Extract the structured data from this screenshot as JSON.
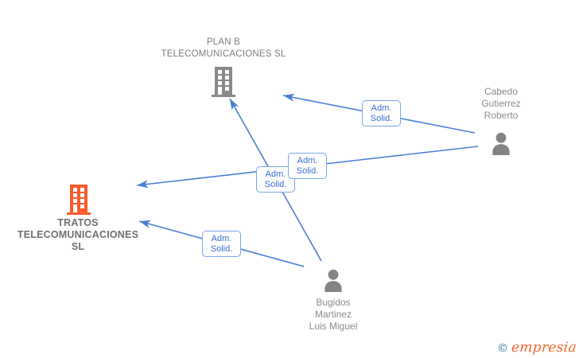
{
  "app": {
    "description_visible": "corporate relationship graph",
    "background": "#ffffff"
  },
  "graph": {
    "nodes": [
      {
        "id": "planb",
        "type": "company",
        "label": "PLAN B TELECOMUNICACIONES SL",
        "label_lines": [
          "PLAN B",
          "TELECOMUNICACIONES SL"
        ],
        "icon": "building-icon",
        "color": "#8a8a8a",
        "emphasized": false
      },
      {
        "id": "tratos",
        "type": "company",
        "label": "TRATOS TELECOMUNICACIONES SL",
        "label_lines": [
          "TRATOS",
          "TELECOMUNICACIONES",
          "SL"
        ],
        "icon": "building-icon",
        "color": "#f95b2d",
        "emphasized": true
      },
      {
        "id": "cabedo",
        "type": "person",
        "label": "Cabedo Gutierrez Roberto",
        "label_lines": [
          "Cabedo",
          "Gutierrez",
          "Roberto"
        ],
        "icon": "person-icon",
        "color": "#838383",
        "emphasized": false
      },
      {
        "id": "bugidos",
        "type": "person",
        "label": "Bugidos Martinez Luis Miguel",
        "label_lines": [
          "Bugidos",
          "Martinez",
          "Luis Miguel"
        ],
        "icon": "person-icon",
        "color": "#838383",
        "emphasized": false
      }
    ],
    "edges": [
      {
        "source": "cabedo",
        "target": "planb",
        "label": "Adm. Solid.",
        "label_lines": [
          "Adm.",
          "Solid."
        ]
      },
      {
        "source": "cabedo",
        "target": "tratos",
        "label": "Adm. Solid.",
        "label_lines": [
          "Adm.",
          "Solid."
        ]
      },
      {
        "source": "bugidos",
        "target": "planb",
        "label": "Adm. Solid.",
        "label_lines": [
          "Adm.",
          "Solid."
        ]
      },
      {
        "source": "bugidos",
        "target": "tratos",
        "label": "Adm. Solid.",
        "label_lines": [
          "Adm.",
          "Solid."
        ]
      }
    ],
    "edge_style": {
      "color": "#4b7fd6",
      "label_text_color": "#3a6fd0",
      "label_border_color": "#7aa6e9",
      "label_background": "#ffffff",
      "arrow": "to-target"
    }
  },
  "watermark": {
    "copyright": "©",
    "brand": "empresia",
    "copyright_color": "#33788e",
    "brand_color": "#f0662a"
  }
}
